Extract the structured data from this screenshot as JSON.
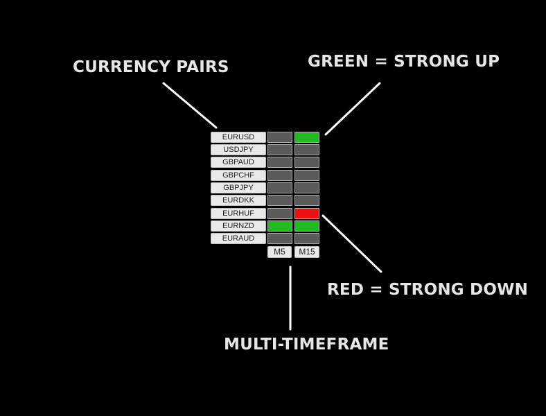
{
  "annotations": {
    "currency_pairs": "CURRENCY PAIRS",
    "green_meaning": "GREEN = STRONG UP",
    "red_meaning": "RED = STRONG DOWN",
    "multi_timeframe": "MULTI-TIMEFRAME"
  },
  "timeframes": [
    "M5",
    "M15"
  ],
  "pairs": [
    "EURUSD",
    "USDJPY",
    "GBPAUD",
    "GBPCHF",
    "GBPJPY",
    "EURDKK",
    "EURHUF",
    "EURNZD",
    "EURAUD"
  ],
  "signals": [
    [
      "neutral",
      "up"
    ],
    [
      "neutral",
      "neutral"
    ],
    [
      "neutral",
      "neutral"
    ],
    [
      "neutral",
      "neutral"
    ],
    [
      "neutral",
      "neutral"
    ],
    [
      "neutral",
      "neutral"
    ],
    [
      "neutral",
      "down"
    ],
    [
      "up",
      "up"
    ],
    [
      "neutral",
      "neutral"
    ]
  ],
  "colors": {
    "up": "#22bb22",
    "down": "#ee1111",
    "neutral": "#5a5a5a",
    "background": "#000000",
    "annotation_text": "#e6e6e6"
  }
}
